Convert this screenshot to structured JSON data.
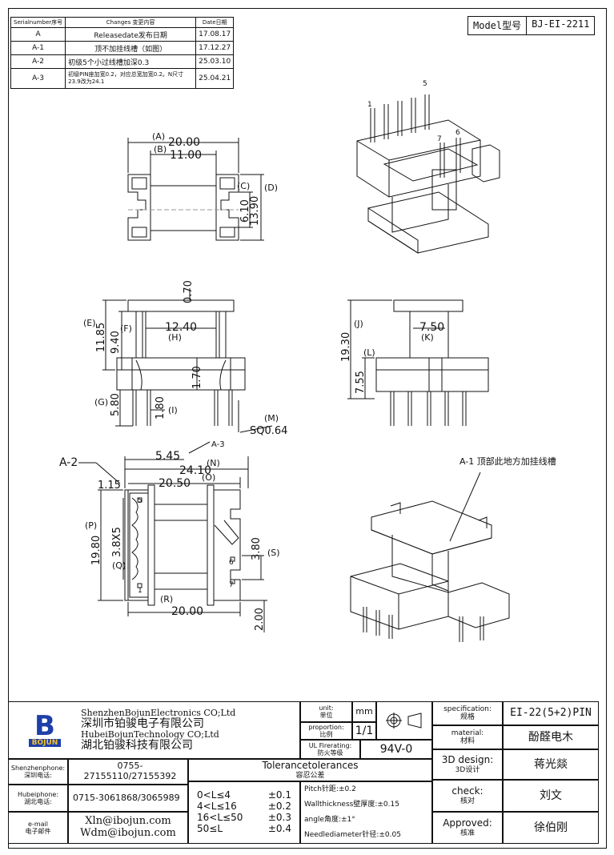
{
  "revisions": {
    "headers": [
      "Serialnumber序号",
      "Changes 变更内容",
      "Date日期"
    ],
    "rows": [
      {
        "serial": "A",
        "change": "Releasedate发布日期",
        "date": "17.08.17"
      },
      {
        "serial": "A-1",
        "change": "顶不加挂线槽（如图）",
        "date": "17.12.27"
      },
      {
        "serial": "A-2",
        "change": "初级5个小过线槽加深0.3",
        "date": "25.03.10"
      },
      {
        "serial": "A-3",
        "change": "初级PIN座加宽0.2，对应总宽加宽0.2。N尺寸23.9改为24.1",
        "date": "25.04.21"
      }
    ]
  },
  "model": {
    "label": "Model型号",
    "value": "BJ-EI-2211"
  },
  "top_view": {
    "dims": [
      "(A)",
      "20.00",
      "(B)",
      "11.00",
      "(C)",
      "6.10",
      "(D)",
      "13.90"
    ]
  },
  "front_view": {
    "dims": [
      "0.70",
      "(E)",
      "11.85",
      "(F)",
      "9.40",
      "12.40",
      "(H)",
      "1.70",
      "(G)",
      "5.80",
      "1.80",
      "(I)",
      "(M)",
      "SQ0.64"
    ]
  },
  "side_view": {
    "dims": [
      "(J)",
      "7.50",
      "(K)",
      "19.30",
      "(L)",
      "7.55"
    ]
  },
  "bottom_view": {
    "dims": [
      "5.45",
      "A-3",
      "24.10",
      "(N)",
      "A-2",
      "1.15",
      "20.50",
      "(O)",
      "(P)",
      "19.80",
      "3.8X5",
      "(Q)",
      "3.80",
      "(S)",
      "(R)",
      "20.00",
      "2.00"
    ],
    "pins": [
      "5",
      "6",
      "7",
      "1"
    ]
  },
  "iso_top": {
    "pins": [
      "1",
      "5",
      "7",
      "6"
    ]
  },
  "note_a1": "A-1 顶部此地方加挂线槽",
  "title_block": {
    "company_en_1": "ShenzhenBojunElectronics CO;Ltd",
    "company_cn_1": "深圳市铂骏电子有限公司",
    "company_en_2": "HubeiBojunTechnology CO;Ltd",
    "company_cn_2": "湖北铂骏科技有限公司",
    "logo_text": "BOJUN",
    "unit_label": "unit:",
    "unit_label_cn": "单位",
    "unit_value": "mm",
    "proportion_label": "proportion:",
    "proportion_label_cn": "比例",
    "proportion_value": "1/1",
    "ul_label": "UL Firerating:",
    "ul_label_cn": "防火等级",
    "ul_value": "94V-0",
    "spec_label": "specification:",
    "spec_label_cn": "规格",
    "spec_value": "EI-22(5+2)PIN",
    "material_label": "material:",
    "material_label_cn": "材料",
    "material_value": "酚醛电木",
    "design_label": "3D design:",
    "design_label_cn": "3D设计",
    "design_value": "蒋光燚",
    "check_label": "check:",
    "check_label_cn": "核对",
    "check_value": "刘文",
    "approved_label": "Approved:",
    "approved_label_cn": "核准",
    "approved_value": "徐伯刚",
    "sz_phone_label": "Shenzhenphone:",
    "sz_phone_label_cn": "深圳电话:",
    "sz_phone": "0755-27155110/27155392",
    "hb_phone_label": "Hubeiphone:",
    "hb_phone_label_cn": "湖北电话:",
    "hb_phone": "0715-3061868/3065989",
    "email_label": "e-mail",
    "email_label_cn": "电子邮件",
    "email_1": "Xln@ibojun.com",
    "email_2": "Wdm@ibojun.com",
    "tol_title": "Tolerancetolerances",
    "tol_title_cn": "容忍公差",
    "tol_rows": [
      {
        "range": "0<L≤4",
        "tol": "±0.1"
      },
      {
        "range": "4<L≤16",
        "tol": "±0.2"
      },
      {
        "range": "16<L≤50",
        "tol": "±0.3"
      },
      {
        "range": "50≤L",
        "tol": "±0.4"
      }
    ],
    "pitch": "Pitch针距:±0.2",
    "wall": "Wallthickness壁厚度:±0.15",
    "angle": "angle角度:±1°",
    "needle": "Needlediameter针径:±0.05"
  }
}
